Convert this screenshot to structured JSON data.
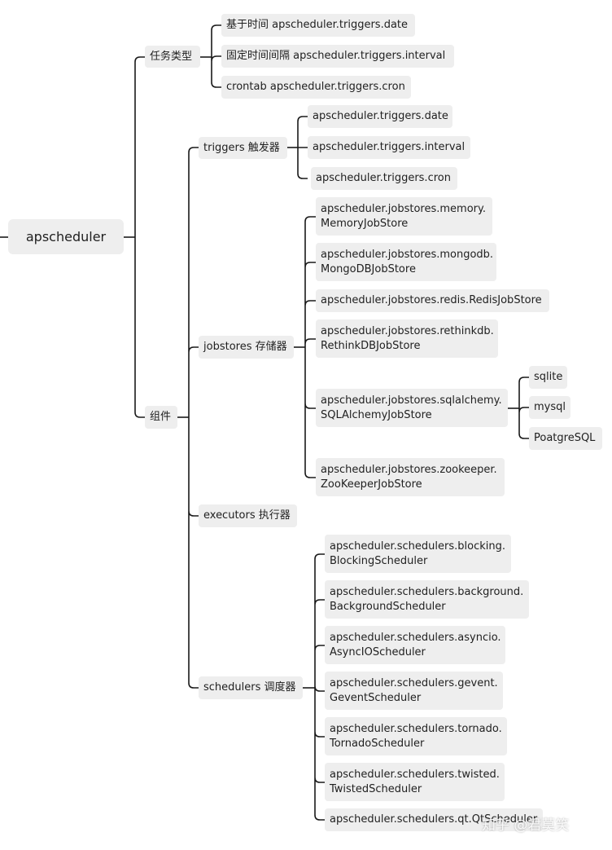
{
  "root": "apscheduler",
  "task_types": {
    "label": "任务类型",
    "items": [
      "基于时间 apscheduler.triggers.date",
      "固定时间间隔 apscheduler.triggers.interval",
      "crontab apscheduler.triggers.cron"
    ]
  },
  "components": {
    "label": "组件",
    "triggers": {
      "label": "triggers 触发器",
      "items": [
        "apscheduler.triggers.date",
        "apscheduler.triggers.interval",
        "apscheduler.triggers.cron"
      ]
    },
    "jobstores": {
      "label": "jobstores 存储器",
      "items": [
        "apscheduler.jobstores.memory.\nMemoryJobStore",
        "apscheduler.jobstores.mongodb.\nMongoDBJobStore",
        "apscheduler.jobstores.redis.RedisJobStore",
        "apscheduler.jobstores.rethinkdb.\nRethinkDBJobStore",
        "apscheduler.jobstores.sqlalchemy.\nSQLAlchemyJobStore",
        "apscheduler.jobstores.zookeeper.\nZooKeeperJobStore"
      ],
      "sqlalchemy_db": [
        "sqlite",
        "mysql",
        "PoatgreSQL"
      ]
    },
    "executors": {
      "label": "executors 执行器"
    },
    "schedulers": {
      "label": "schedulers 调度器",
      "items": [
        "apscheduler.schedulers.blocking.\nBlockingScheduler",
        "apscheduler.schedulers.background.\nBackgroundScheduler",
        "apscheduler.schedulers.asyncio.\nAsyncIOScheduler",
        "apscheduler.schedulers.gevent.\nGeventScheduler",
        "apscheduler.schedulers.tornado.\nTornadoScheduler",
        "apscheduler.schedulers.twisted.\nTwistedScheduler",
        "apscheduler.schedulers.qt.QtScheduler"
      ]
    }
  },
  "watermark": "知乎 @君莫笑"
}
